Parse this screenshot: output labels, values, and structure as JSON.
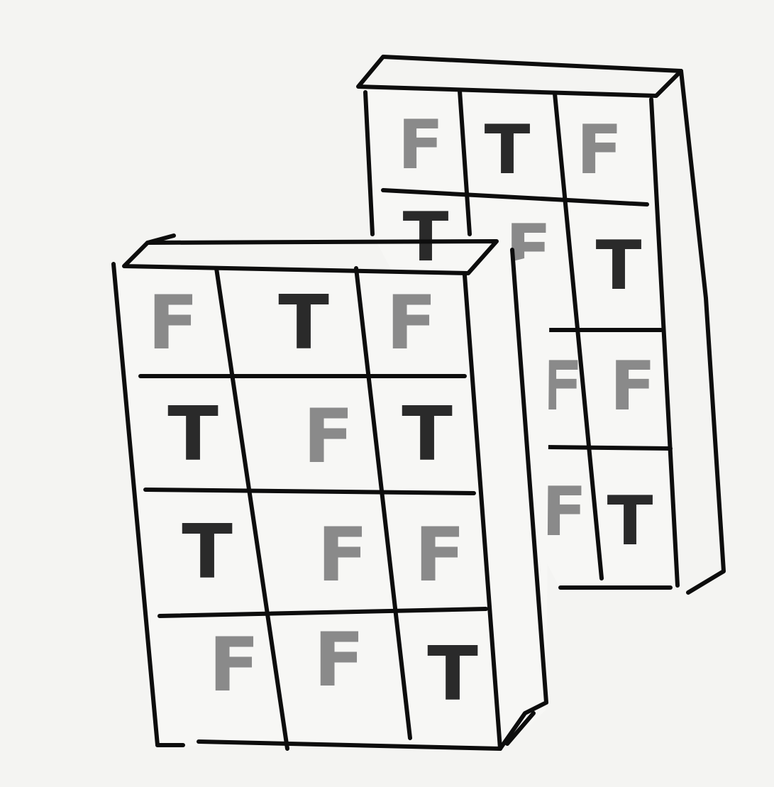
{
  "front_grid": {
    "rows": [
      [
        "F",
        "T",
        "F"
      ],
      [
        "T",
        "F",
        "T"
      ],
      [
        "T",
        "F",
        "F"
      ],
      [
        "F",
        "F",
        "T"
      ]
    ]
  },
  "back_grid": {
    "rows": [
      [
        "F",
        "T",
        "F"
      ],
      [
        "T",
        "F",
        "T"
      ],
      [
        "",
        "F",
        "F"
      ],
      [
        "",
        "F",
        "T"
      ]
    ]
  },
  "colors": {
    "T": "#2a2a2a",
    "F": "#8a8a8a",
    "stroke": "#0d0d0d",
    "paper": "#f4f4f2"
  }
}
